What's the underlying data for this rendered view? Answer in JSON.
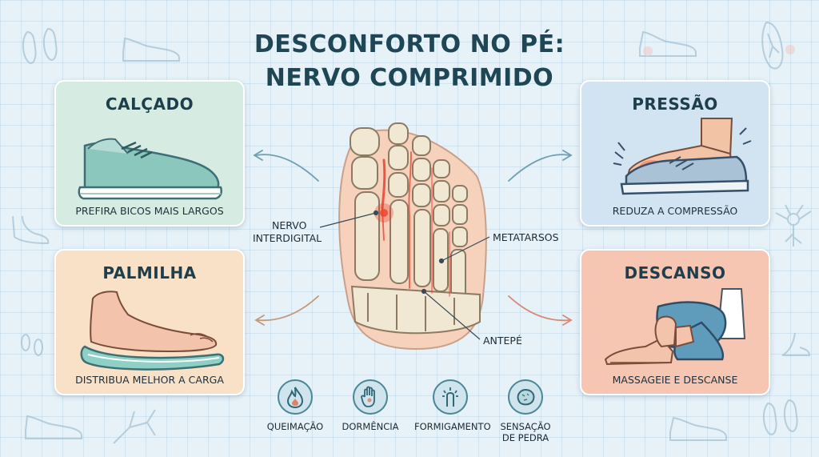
{
  "title_line1": "DESCONFORTO NO PÉ:",
  "title_line2": "NERVO COMPRIMIDO",
  "cards": {
    "calcado": {
      "title": "CALÇADO",
      "caption": "PREFIRA BICOS MAIS LARGOS"
    },
    "pressao": {
      "title": "PRESSÃO",
      "caption": "REDUZA A COMPRESSÃO"
    },
    "palmilha": {
      "title": "PALMILHA",
      "caption": "DISTRIBUA MELHOR A CARGA"
    },
    "descanso": {
      "title": "DESCANSO",
      "caption": "MASSAGEIE E DESCANSE"
    }
  },
  "anatomy": {
    "nerve_label_1": "NERVO",
    "nerve_label_2": "INTERDIGITAL",
    "metatarsals_label": "METATARSOS",
    "forefoot_label": "ANTEPÉ"
  },
  "symptoms": [
    {
      "label": "QUEIMAÇÃO",
      "icon": "flame-icon"
    },
    {
      "label": "DORMÊNCIA",
      "icon": "hand-icon"
    },
    {
      "label": "FORMIGAMENTO",
      "icon": "tingling-finger-icon"
    },
    {
      "label_1": "SENSAÇÃO",
      "label_2": "DE PEDRA",
      "icon": "stone-icon"
    }
  ],
  "colors": {
    "background": "#e6f1f8",
    "title": "#1f4654",
    "card_green": "#d6ece2",
    "card_blue": "#d2e3f2",
    "card_orange": "#f8e1c6",
    "card_red": "#f6c6b2",
    "nerve": "#e8412c",
    "icon_accent": "#4a8796"
  }
}
